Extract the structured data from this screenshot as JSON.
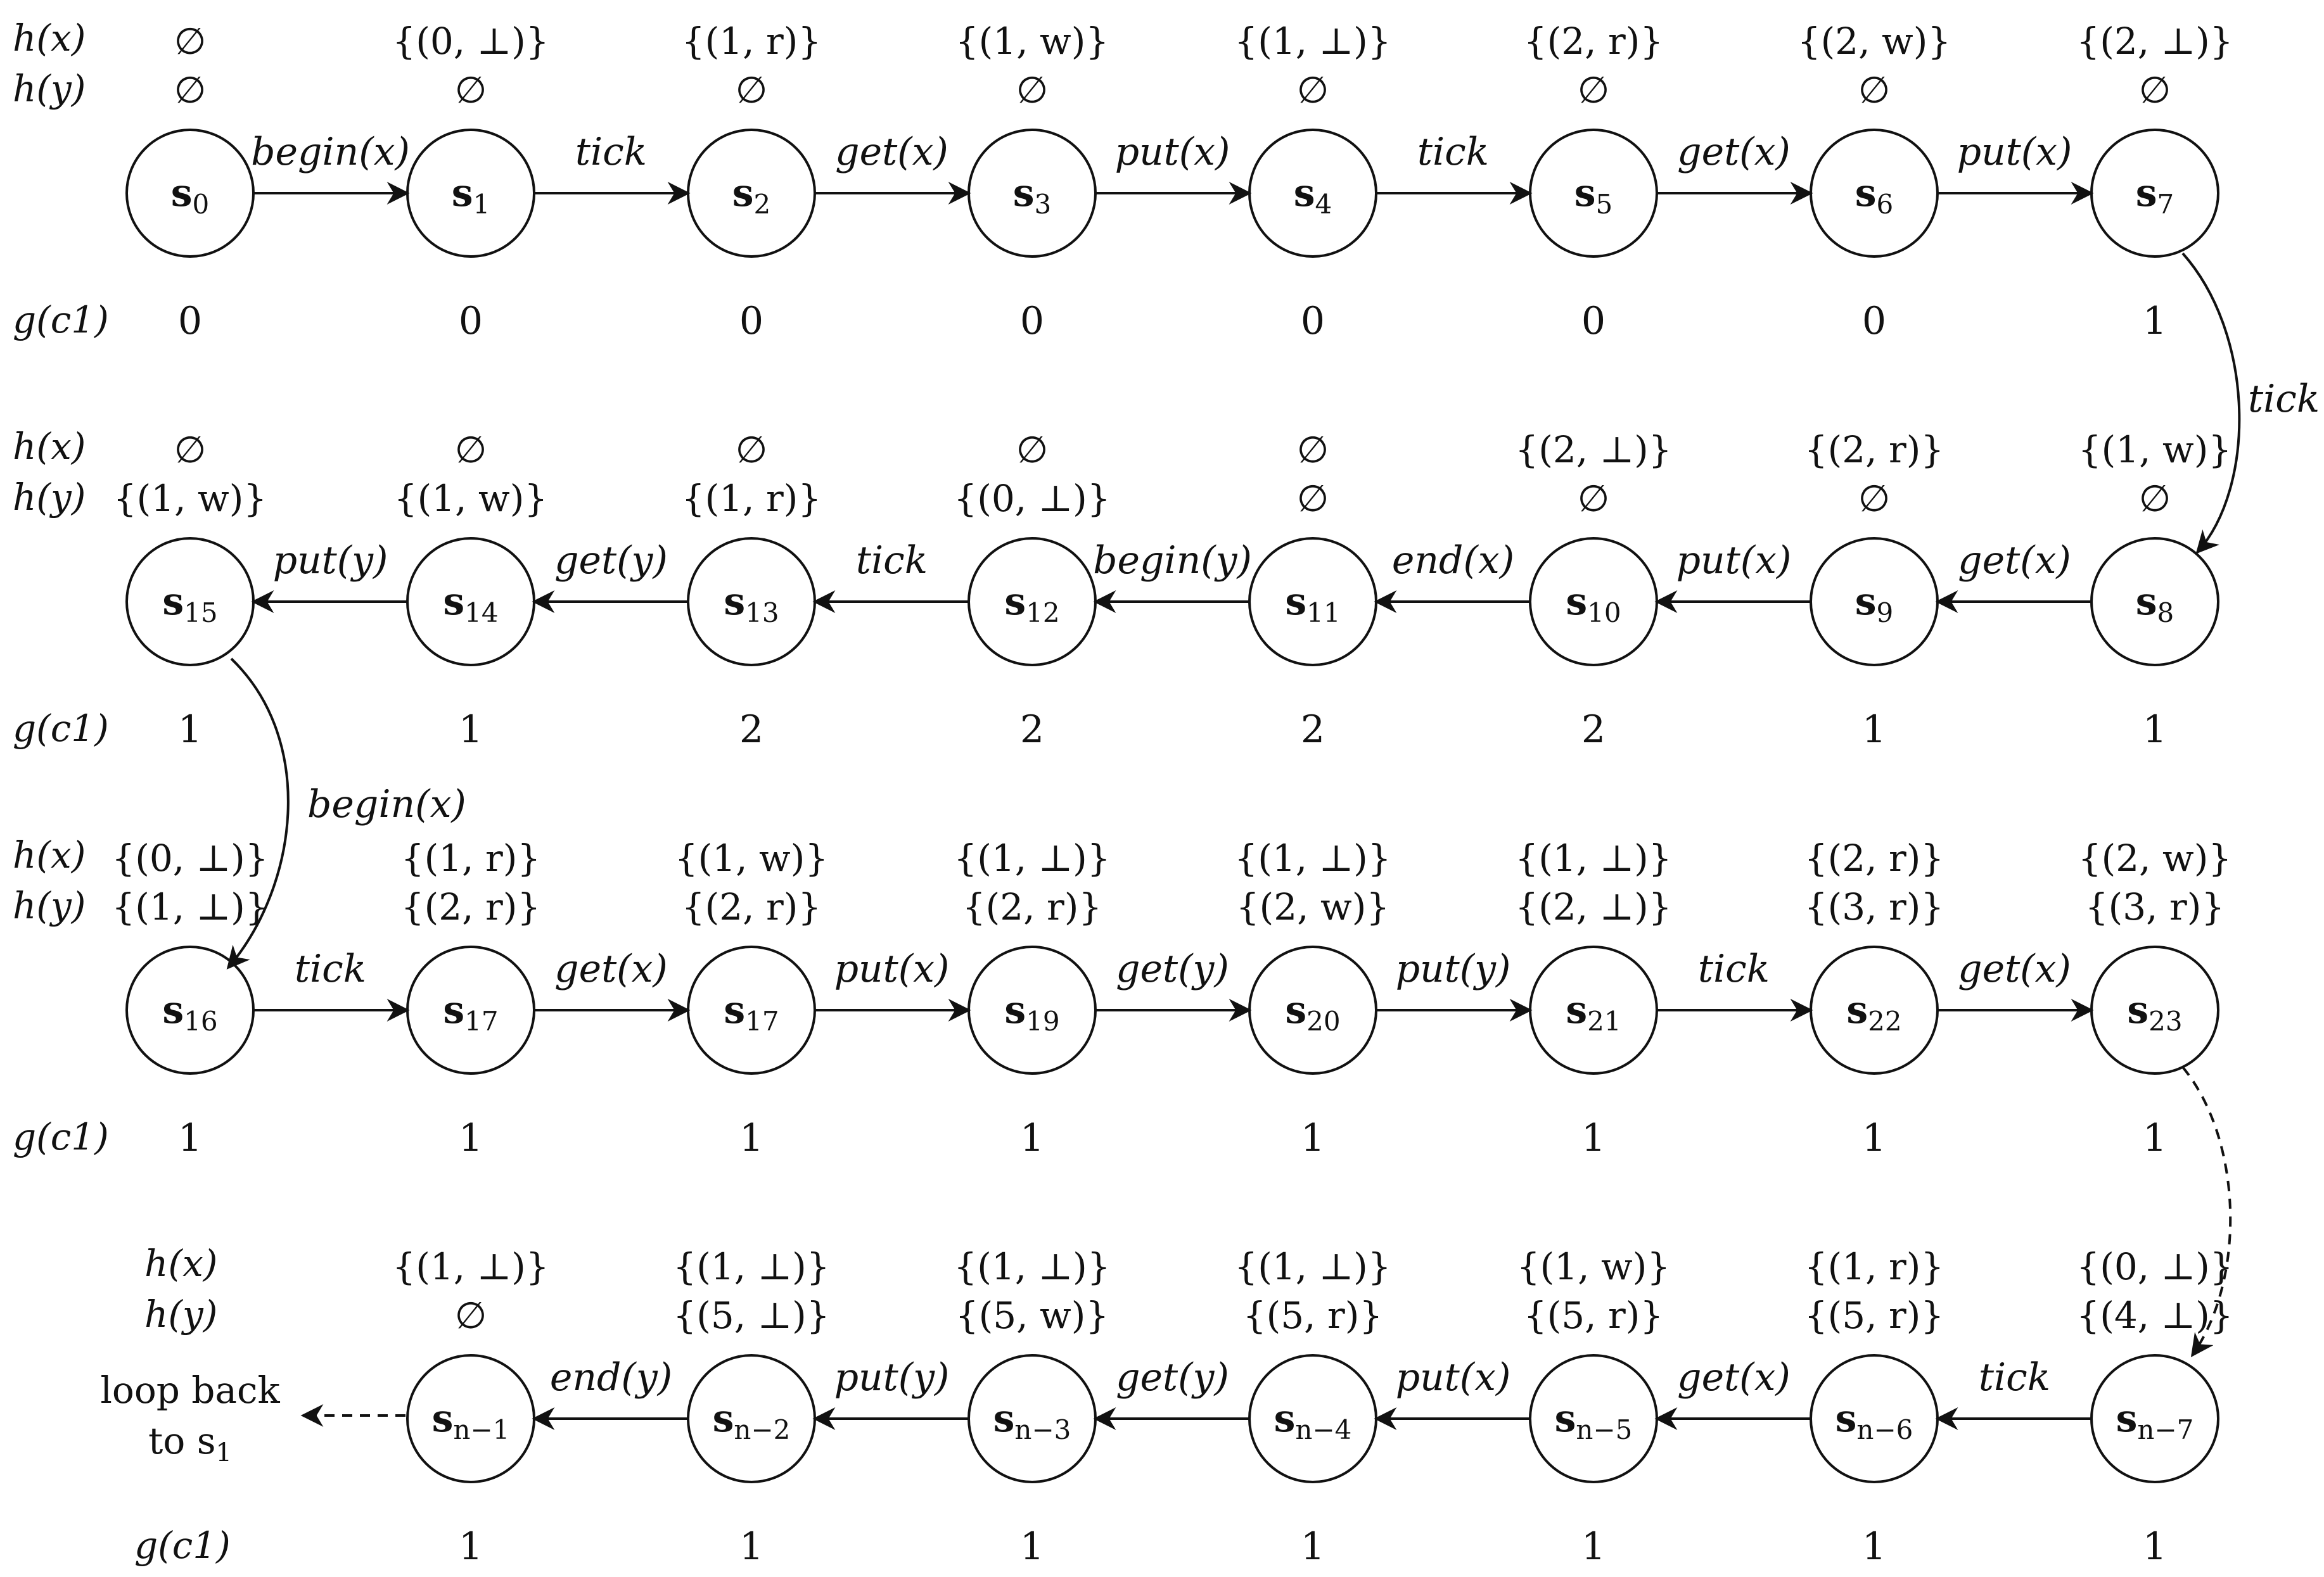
{
  "row_labels": {
    "hx": "h(x)",
    "hy": "h(y)",
    "g": "g(c1)"
  },
  "empty_set": "∅",
  "loop_note": [
    "loop back",
    "to s",
    "1"
  ],
  "rows": [
    {
      "states": [
        {
          "base": "s",
          "sub": "0",
          "hx": "∅",
          "hy": "∅",
          "g": "0"
        },
        {
          "base": "s",
          "sub": "1",
          "hx": "{(0, ⊥)}",
          "hy": "∅",
          "g": "0"
        },
        {
          "base": "s",
          "sub": "2",
          "hx": "{(1, r)}",
          "hy": "∅",
          "g": "0"
        },
        {
          "base": "s",
          "sub": "3",
          "hx": "{(1, w)}",
          "hy": "∅",
          "g": "0"
        },
        {
          "base": "s",
          "sub": "4",
          "hx": "{(1, ⊥)}",
          "hy": "∅",
          "g": "0"
        },
        {
          "base": "s",
          "sub": "5",
          "hx": "{(2, r)}",
          "hy": "∅",
          "g": "0"
        },
        {
          "base": "s",
          "sub": "6",
          "hx": "{(2, w)}",
          "hy": "∅",
          "g": "0"
        },
        {
          "base": "s",
          "sub": "7",
          "hx": "{(2, ⊥)}",
          "hy": "∅",
          "g": "1"
        }
      ],
      "edges": [
        "begin(x)",
        "tick",
        "get(x)",
        "put(x)",
        "tick",
        "get(x)",
        "put(x)"
      ],
      "direction": "right"
    },
    {
      "states": [
        {
          "base": "s",
          "sub": "15",
          "hx": "∅",
          "hy": "{(1, w)}",
          "g": "1"
        },
        {
          "base": "s",
          "sub": "14",
          "hx": "∅",
          "hy": "{(1, w)}",
          "g": "1"
        },
        {
          "base": "s",
          "sub": "13",
          "hx": "∅",
          "hy": "{(1, r)}",
          "g": "2"
        },
        {
          "base": "s",
          "sub": "12",
          "hx": "∅",
          "hy": "{(0, ⊥)}",
          "g": "2"
        },
        {
          "base": "s",
          "sub": "11",
          "hx": "∅",
          "hy": "∅",
          "g": "2"
        },
        {
          "base": "s",
          "sub": "10",
          "hx": "{(2, ⊥)}",
          "hy": "∅",
          "g": "2"
        },
        {
          "base": "s",
          "sub": "9",
          "hx": "{(2, r)}",
          "hy": "∅",
          "g": "1"
        },
        {
          "base": "s",
          "sub": "8",
          "hx": "{(1, w)}",
          "hy": "∅",
          "g": "1"
        }
      ],
      "edges": [
        "put(y)",
        "get(y)",
        "tick",
        "begin(y)",
        "end(x)",
        "put(x)",
        "get(x)"
      ],
      "direction": "left"
    },
    {
      "states": [
        {
          "base": "s",
          "sub": "16",
          "hx": "{(0, ⊥)}",
          "hy": "{(1, ⊥)}",
          "g": "1"
        },
        {
          "base": "s",
          "sub": "17",
          "hx": "{(1, r)}",
          "hy": "{(2, r)}",
          "g": "1"
        },
        {
          "base": "s",
          "sub": "17",
          "hx": "{(1, w)}",
          "hy": "{(2, r)}",
          "g": "1"
        },
        {
          "base": "s",
          "sub": "19",
          "hx": "{(1, ⊥)}",
          "hy": "{(2, r)}",
          "g": "1"
        },
        {
          "base": "s",
          "sub": "20",
          "hx": "{(1, ⊥)}",
          "hy": "{(2, w)}",
          "g": "1"
        },
        {
          "base": "s",
          "sub": "21",
          "hx": "{(1, ⊥)}",
          "hy": "{(2, ⊥)}",
          "g": "1"
        },
        {
          "base": "s",
          "sub": "22",
          "hx": "{(2, r)}",
          "hy": "{(3, r)}",
          "g": "1"
        },
        {
          "base": "s",
          "sub": "23",
          "hx": "{(2, w)}",
          "hy": "{(3, r)}",
          "g": "1"
        }
      ],
      "edges": [
        "tick",
        "get(x)",
        "put(x)",
        "get(y)",
        "put(y)",
        "tick",
        "get(x)"
      ],
      "direction": "right"
    },
    {
      "states": [
        {
          "base": "s",
          "sub": "n−1",
          "hx": "{(1, ⊥)}",
          "hy": "∅",
          "g": "1"
        },
        {
          "base": "s",
          "sub": "n−2",
          "hx": "{(1, ⊥)}",
          "hy": "{(5, ⊥)}",
          "g": "1"
        },
        {
          "base": "s",
          "sub": "n−3",
          "hx": "{(1, ⊥)}",
          "hy": "{(5, w)}",
          "g": "1"
        },
        {
          "base": "s",
          "sub": "n−4",
          "hx": "{(1, ⊥)}",
          "hy": "{(5, r)}",
          "g": "1"
        },
        {
          "base": "s",
          "sub": "n−5",
          "hx": "{(1, w)}",
          "hy": "{(5, r)}",
          "g": "1"
        },
        {
          "base": "s",
          "sub": "n−6",
          "hx": "{(1, r)}",
          "hy": "{(5, r)}",
          "g": "1"
        },
        {
          "base": "s",
          "sub": "n−7",
          "hx": "{(0, ⊥)}",
          "hy": "{(4, ⊥)}",
          "g": "1"
        }
      ],
      "edges": [
        "end(y)",
        "put(y)",
        "get(y)",
        "put(x)",
        "get(x)",
        "tick"
      ],
      "direction": "left"
    }
  ],
  "connectors": [
    "tick",
    "begin(x)",
    "",
    ""
  ]
}
